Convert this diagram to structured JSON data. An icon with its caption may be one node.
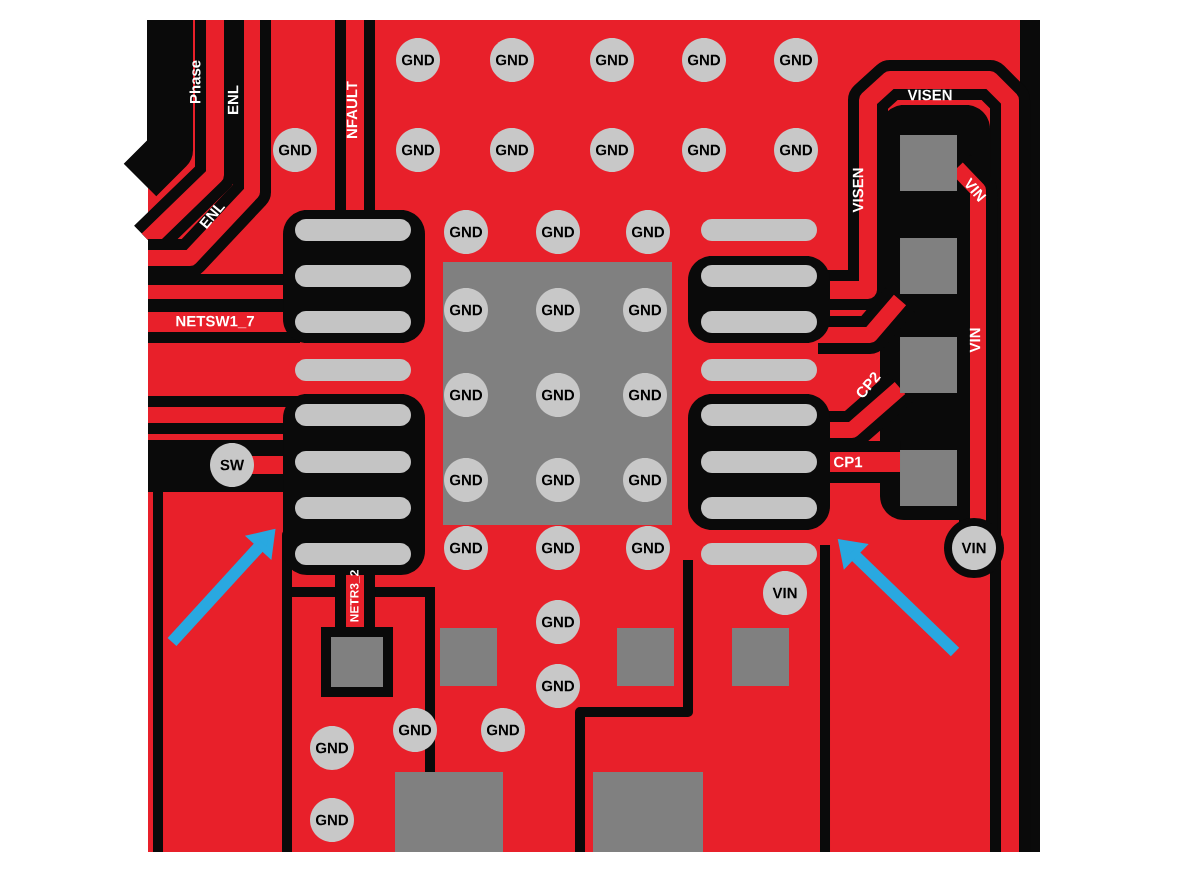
{
  "diagram": {
    "nodes": [
      {
        "text": [
          "GND"
        ]
      },
      {
        "text": [
          "GND"
        ]
      },
      {
        "text": [
          "GND"
        ]
      },
      {
        "text": [
          "GND"
        ]
      },
      {
        "text": [
          "GND"
        ]
      },
      {
        "text": [
          "GND"
        ]
      },
      {
        "text": [
          "GND"
        ]
      },
      {
        "text": [
          "GND"
        ]
      },
      {
        "text": [
          "GND"
        ]
      },
      {
        "text": [
          "GND"
        ]
      },
      {
        "text": [
          "GND"
        ]
      },
      {
        "text": [
          "GND"
        ]
      },
      {
        "text": [
          "GND"
        ]
      },
      {
        "text": [
          "GND"
        ]
      },
      {
        "text": [
          "GND"
        ]
      },
      {
        "text": [
          "GND"
        ]
      },
      {
        "text": [
          "GND"
        ]
      },
      {
        "text": [
          "GND"
        ]
      },
      {
        "text": [
          "GND"
        ]
      },
      {
        "text": [
          "GND"
        ]
      },
      {
        "text": [
          "SW"
        ]
      },
      {
        "text": [
          "GND"
        ]
      },
      {
        "text": [
          "GND"
        ]
      },
      {
        "text": [
          "GND"
        ]
      },
      {
        "text": [
          "GND"
        ]
      },
      {
        "text": [
          "GND"
        ]
      },
      {
        "text": [
          "GND"
        ]
      },
      {
        "text": [
          "VIN"
        ]
      },
      {
        "text": [
          "VIN"
        ]
      },
      {
        "text": [
          "GND"
        ]
      },
      {
        "text": [
          "GND"
        ]
      },
      {
        "text": [
          "GND"
        ]
      },
      {
        "text": [
          "GND"
        ]
      },
      {
        "text": [
          "GND"
        ]
      },
      {
        "text": [
          "GND"
        ]
      },
      {
        "text": [],
        "shape": "bar"
      },
      {
        "text": [],
        "shape": "bar"
      },
      {
        "text": [],
        "shape": "bar"
      },
      {
        "text": [],
        "shape": "bar"
      },
      {
        "text": [],
        "shape": "bar"
      },
      {
        "text": [],
        "shape": "bar"
      },
      {
        "text": [],
        "shape": "bar"
      },
      {
        "text": [],
        "shape": "bar"
      },
      {
        "text": [],
        "shape": "bar"
      },
      {
        "text": [],
        "shape": "bar"
      },
      {
        "text": [],
        "shape": "bar"
      },
      {
        "text": [],
        "shape": "bar"
      },
      {
        "text": [],
        "shape": "bar"
      },
      {
        "text": [],
        "shape": "bar"
      },
      {
        "text": [],
        "shape": "bar"
      },
      {
        "text": [],
        "shape": "bar"
      },
      {
        "text": [],
        "shape": "box"
      },
      {
        "text": [],
        "shape": "box"
      },
      {
        "text": [],
        "shape": "box"
      },
      {
        "text": [],
        "shape": "box"
      },
      {
        "text": [],
        "shape": "box"
      },
      {
        "text": [],
        "shape": "box"
      },
      {
        "text": [],
        "shape": "box"
      },
      {
        "text": [],
        "shape": "box"
      },
      {
        "text": [],
        "shape": "box"
      },
      {
        "text": [],
        "shape": "box"
      }
    ],
    "edges": [
      {
        "from": null,
        "to": 41,
        "arrow": "to"
      },
      {
        "from": null,
        "to": 49,
        "arrow": "to"
      }
    ],
    "labels": [
      "Phase",
      "ENL",
      "VISEN",
      "NFAULT",
      "VISEN",
      "VIN",
      "ENL",
      "NETSW1_7",
      "VIN",
      "CP2",
      "CP1",
      "NETR3_2"
    ]
  }
}
